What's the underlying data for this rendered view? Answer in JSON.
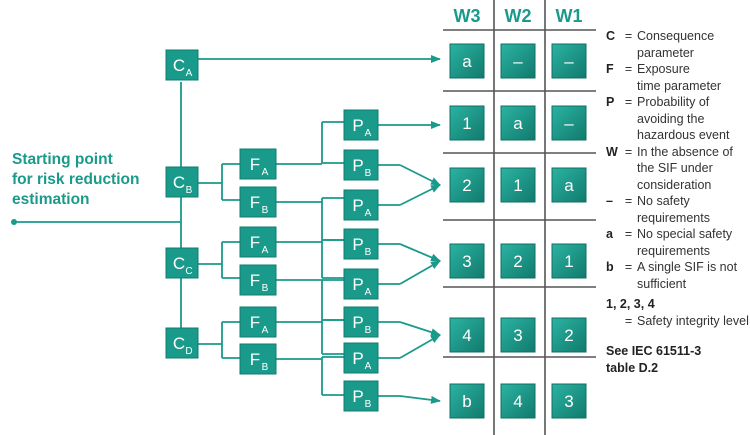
{
  "start_label": [
    "Starting point",
    "for risk reduction",
    "estimation"
  ],
  "columns": [
    "W3",
    "W2",
    "W1"
  ],
  "nodes": {
    "C": [
      {
        "letter": "C",
        "sub": "A"
      },
      {
        "letter": "C",
        "sub": "B"
      },
      {
        "letter": "C",
        "sub": "C"
      },
      {
        "letter": "C",
        "sub": "D"
      }
    ],
    "F": [
      {
        "letter": "F",
        "sub": "A"
      },
      {
        "letter": "F",
        "sub": "B"
      },
      {
        "letter": "F",
        "sub": "A"
      },
      {
        "letter": "F",
        "sub": "B"
      },
      {
        "letter": "F",
        "sub": "A"
      },
      {
        "letter": "F",
        "sub": "B"
      }
    ],
    "P": [
      {
        "letter": "P",
        "sub": "A"
      },
      {
        "letter": "P",
        "sub": "B"
      },
      {
        "letter": "P",
        "sub": "A"
      },
      {
        "letter": "P",
        "sub": "B"
      },
      {
        "letter": "P",
        "sub": "A"
      },
      {
        "letter": "P",
        "sub": "B"
      },
      {
        "letter": "P",
        "sub": "A"
      },
      {
        "letter": "P",
        "sub": "B"
      }
    ]
  },
  "matrix": [
    [
      "a",
      "–",
      "–"
    ],
    [
      "1",
      "a",
      "–"
    ],
    [
      "2",
      "1",
      "a"
    ],
    [
      "3",
      "2",
      "1"
    ],
    [
      "4",
      "3",
      "2"
    ],
    [
      "b",
      "4",
      "3"
    ]
  ],
  "legend": [
    {
      "key": "C",
      "eq": "=",
      "desc": [
        "Consequence",
        "parameter"
      ]
    },
    {
      "key": "F",
      "eq": "=",
      "desc": [
        "Exposure",
        "time parameter"
      ]
    },
    {
      "key": "P",
      "eq": "=",
      "desc": [
        "Probability of",
        "avoiding the",
        "hazardous event"
      ]
    },
    {
      "key": "W",
      "eq": "=",
      "desc": [
        "In the absence of",
        "the SIF under",
        "consideration"
      ]
    },
    {
      "key": "–",
      "eq": "=",
      "desc": [
        "No safety",
        "requirements"
      ]
    },
    {
      "key": "a",
      "eq": "=",
      "desc": [
        "No special safety",
        "requirements"
      ]
    },
    {
      "key": "b",
      "eq": "=",
      "desc": [
        "A single SIF is not",
        "sufficient"
      ]
    }
  ],
  "sil": {
    "key": "1, 2, 3, 4",
    "eq": "=",
    "desc": "Safety integrity level"
  },
  "reference": [
    "See IEC 61511-3",
    "table D.2"
  ],
  "colors": {
    "teal": "#1a9a8a",
    "box_dark": "#138476",
    "line": "#1a9a8a",
    "grid": "#555555"
  }
}
